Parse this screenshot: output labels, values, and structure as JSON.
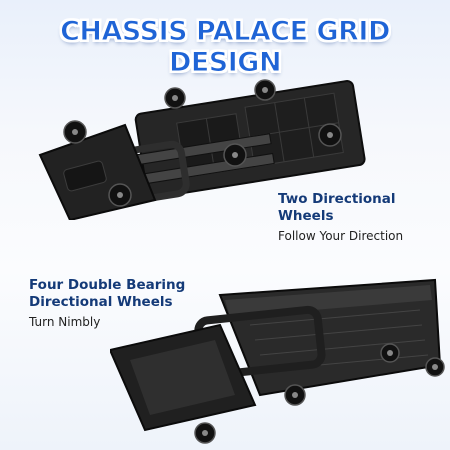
{
  "headline": "CHASSIS PALACE GRID DESIGN",
  "feature_right": {
    "title": "Two Directional Wheels",
    "subtitle": "Follow Your Direction"
  },
  "feature_left": {
    "title_line1": "Four Double Bearing",
    "title_line2": "Directional Wheels",
    "subtitle": "Turn Nimbly"
  },
  "colors": {
    "accent_blue": "#1f64d6",
    "caption_navy": "#143a78",
    "product_black": "#1c1c1c"
  },
  "icons": [
    "cart-underside-image",
    "cart-folded-image"
  ]
}
